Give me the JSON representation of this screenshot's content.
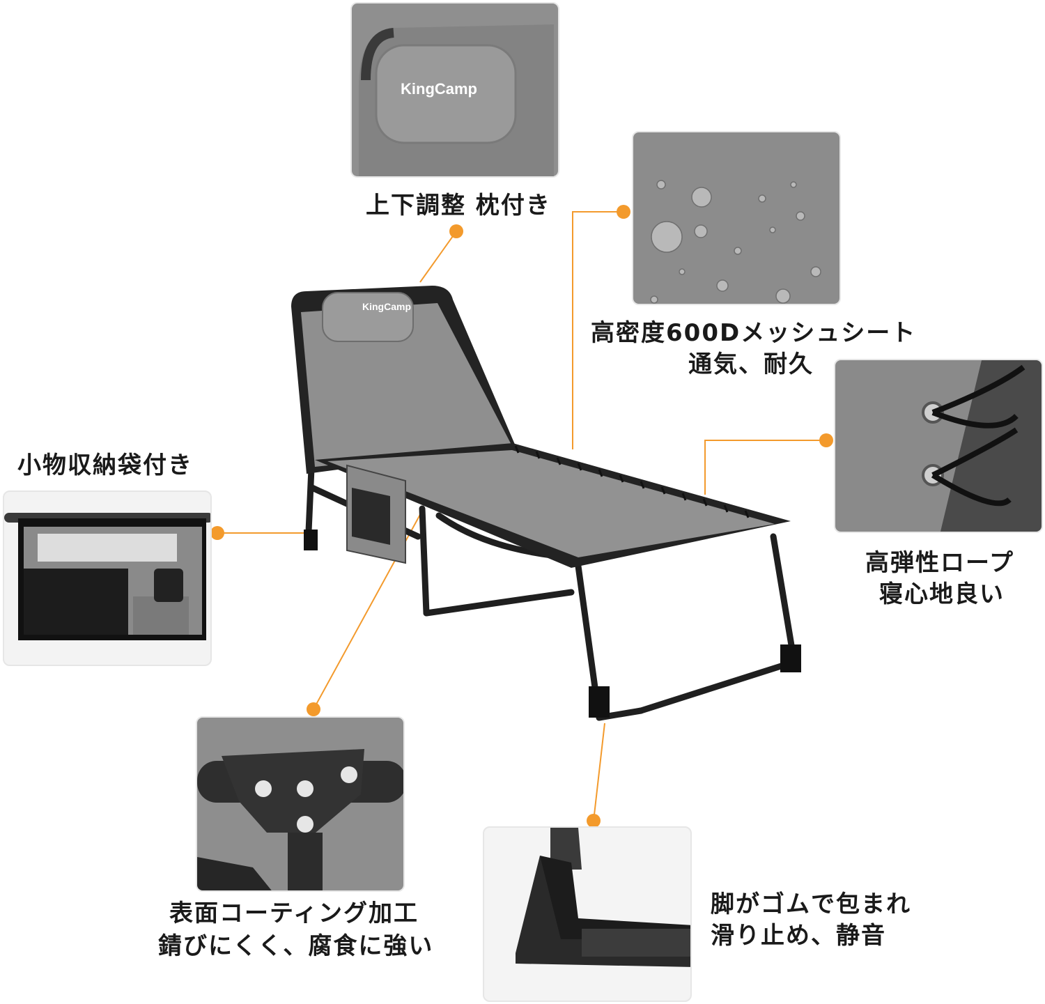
{
  "brand": {
    "logo_text": "KingCamp"
  },
  "features": {
    "pillow": {
      "caption": "上下調整 枕付き"
    },
    "mesh": {
      "caption_line1": "高密度600Dメッシュシート",
      "caption_line2": "通気、耐久"
    },
    "rope": {
      "caption_line1": "高弾性ロープ",
      "caption_line2": "寝心地良い"
    },
    "pouch": {
      "caption": "小物収納袋付き"
    },
    "coating": {
      "caption_line1": "表面コーティング加工",
      "caption_line2": "錆びにくく、腐食に強い"
    },
    "feet": {
      "caption_line1": "脚がゴムで包まれ",
      "caption_line2": "滑り止め、静音"
    }
  },
  "colors": {
    "accent": "#f39a2c",
    "fabric": "#8e8e8e",
    "frame": "#1f1f1f"
  }
}
